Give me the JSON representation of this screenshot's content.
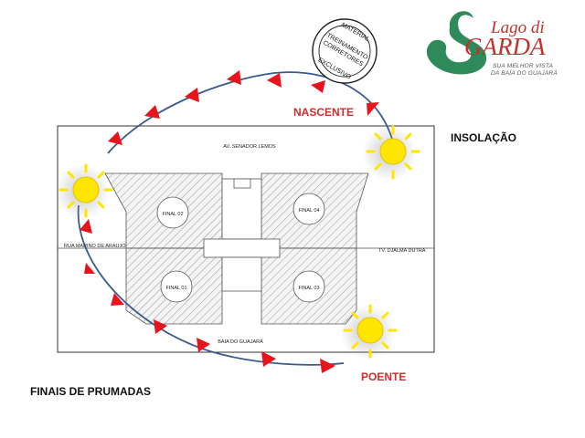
{
  "labels": {
    "nascente": "NASCENTE",
    "poente": "POENTE",
    "insolacao": "INSOLAÇÃO",
    "finais": "FINAIS DE PRUMADAS"
  },
  "streets": {
    "top": "AV. SENADOR LEMOS",
    "bottom": "BAIA DO GUAJARÁ",
    "left": "RUA MARINO DE ARAUJO",
    "right": "TV. DJALMA DUTRA"
  },
  "finals": [
    "FINAL 02",
    "FINAL 04",
    "FINAL 01",
    "FINAL 03"
  ],
  "logo": {
    "word1": "Lago di",
    "word2": "GARDA",
    "subtitle1": "SUA MELHOR VISTA",
    "subtitle2": "DA BAÍA DO GUAJARÁ",
    "brand_green": "#2f8a5a",
    "brand_red": "#c5302b"
  },
  "stamp": {
    "text_top": "MATERIAL",
    "text_mid1": "TREINAMENTO",
    "text_mid2": "CORRETORES",
    "text_bottom": "EXCLUSIVO"
  },
  "colors": {
    "arrow": "#e8141b",
    "arc": "#3b5a8c",
    "sun": "#ffe600",
    "accent_text": "#d42b2b"
  }
}
